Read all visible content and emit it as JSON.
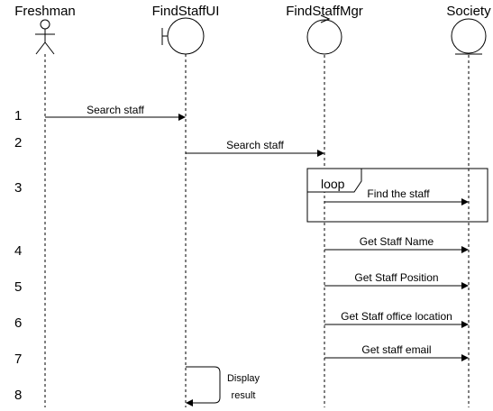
{
  "lifelines": [
    {
      "id": "freshman",
      "name": "Freshman",
      "kind": "actor"
    },
    {
      "id": "ui",
      "name": "FindStaffUI",
      "kind": "boundary"
    },
    {
      "id": "mgr",
      "name": "FindStaffMgr",
      "kind": "control"
    },
    {
      "id": "society",
      "name": "Society",
      "kind": "entity"
    }
  ],
  "step_numbers": [
    "1",
    "2",
    "3",
    "4",
    "5",
    "6",
    "7",
    "8"
  ],
  "fragment": {
    "label": "loop"
  },
  "messages": [
    {
      "from": "freshman",
      "to": "ui",
      "label": "Search staff"
    },
    {
      "from": "ui",
      "to": "mgr",
      "label": "Search staff"
    },
    {
      "from": "mgr",
      "to": "society",
      "label": "Find the staff",
      "in_fragment": true
    },
    {
      "from": "mgr",
      "to": "society",
      "label": "Get Staff Name"
    },
    {
      "from": "mgr",
      "to": "society",
      "label": "Get Staff Position"
    },
    {
      "from": "mgr",
      "to": "society",
      "label": "Get Staff office location"
    },
    {
      "from": "mgr",
      "to": "society",
      "label": "Get staff email"
    }
  ],
  "self_message": {
    "on": "ui",
    "label_lines": [
      "Display",
      "result"
    ]
  }
}
